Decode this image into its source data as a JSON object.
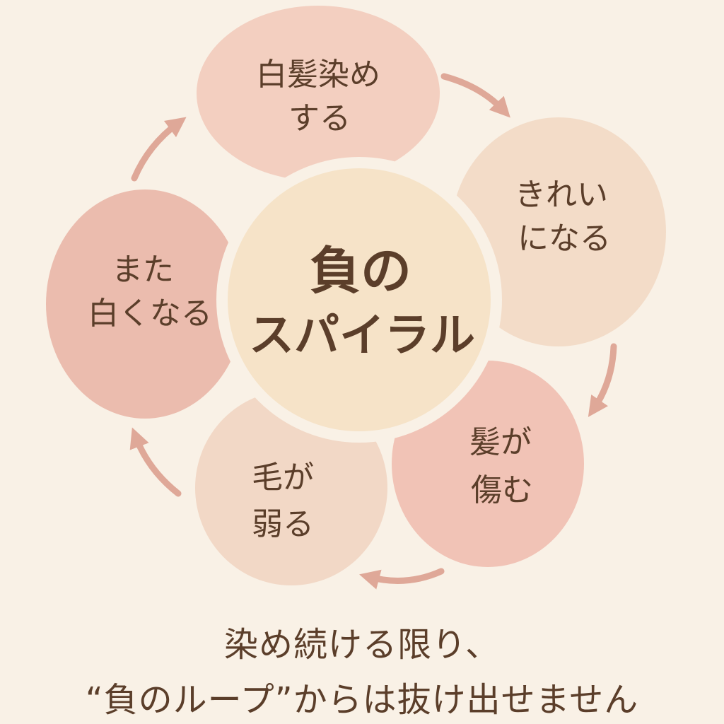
{
  "center": {
    "line1": "負の",
    "line2": "スパイラル"
  },
  "steps": [
    {
      "line1": "白髪染め",
      "line2": "する"
    },
    {
      "line1": "きれい",
      "line2": "になる"
    },
    {
      "line1": "髪が",
      "line2": "傷む"
    },
    {
      "line1": "毛が",
      "line2": "弱る"
    },
    {
      "line1": "また",
      "line2": "白くなる"
    }
  ],
  "caption": {
    "line1": "染め続ける限り、",
    "line2": "“負のループ”からは抜け出せません"
  },
  "colors": {
    "background": "#f9f1e6",
    "text": "#5b3e2a",
    "arrow": "#dfa898",
    "center_fill": "#f6e3c8",
    "step_fills": [
      "#f3cfc0",
      "#f3dcc8",
      "#f1c3b6",
      "#f2d8c6",
      "#ebbcae"
    ]
  }
}
